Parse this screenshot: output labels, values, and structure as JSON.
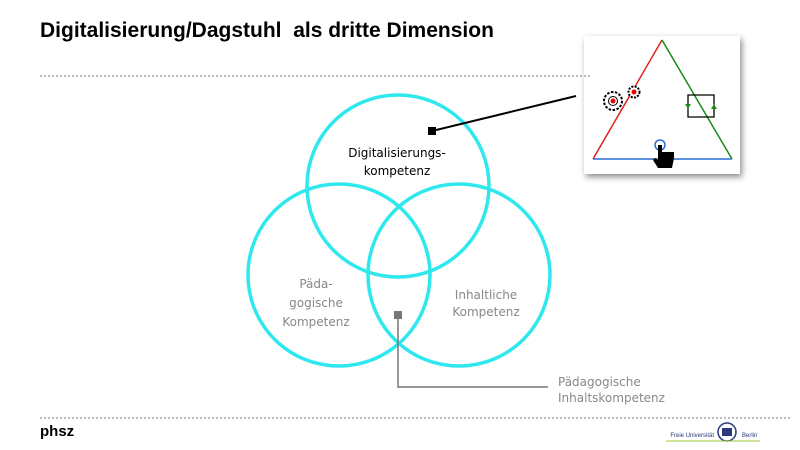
{
  "slide": {
    "title": "Digitalisierung/Dagstuhl  als dritte Dimension",
    "footer_logo": "phsz",
    "university_logo_text": [
      "Freie Universität",
      "Berlin"
    ]
  },
  "venn": {
    "circle_color": "#2ee8ee",
    "top": [
      "Digitalisierungs-",
      "kompetenz"
    ],
    "left": [
      "Päda-",
      "gogische",
      "Kompetenz"
    ],
    "right": [
      "Inhaltliche",
      "Kompetenz"
    ],
    "intersection": [
      "Pädagogische",
      "Inhaltskompetenz"
    ]
  },
  "inset": {
    "icons": [
      "gears-icon",
      "cycle-arrows-icon",
      "touch-hand-icon"
    ],
    "colors": {
      "left": "#e02020",
      "right": "#1a8a1a",
      "bottom": "#2a6fd0"
    }
  }
}
